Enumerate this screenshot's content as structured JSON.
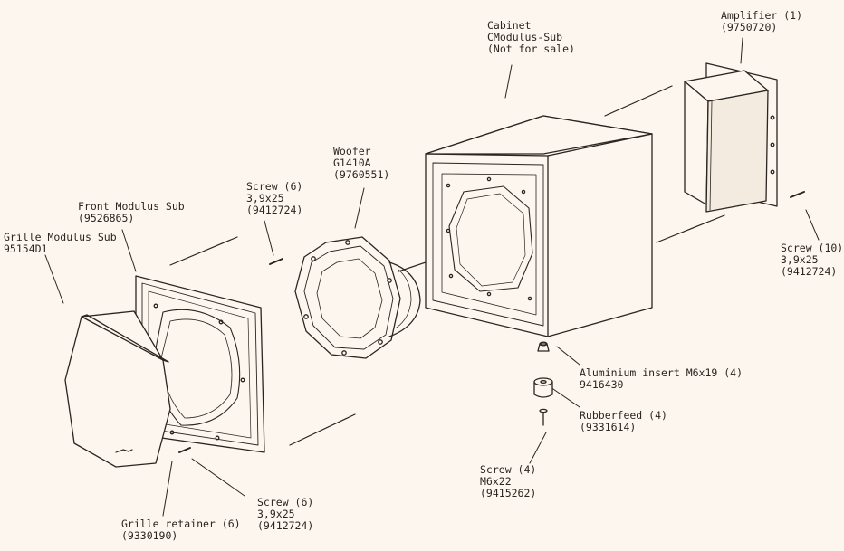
{
  "labels": {
    "cabinet": {
      "l1": "Cabinet",
      "l2": "CModulus-Sub",
      "l3": "(Not for sale)"
    },
    "amplifier": {
      "l1": "Amplifier (1)",
      "l2": "(9750720)"
    },
    "woofer": {
      "l1": "Woofer",
      "l2": "G1410A",
      "l3": "(9760551)"
    },
    "screw_top": {
      "l1": "Screw (6)",
      "l2": "3,9x25",
      "l3": "(9412724)"
    },
    "front": {
      "l1": "Front Modulus Sub",
      "l2": "(9526865)"
    },
    "grille": {
      "l1": "Grille Modulus Sub",
      "l2": "95154D1"
    },
    "screw_right": {
      "l1": "Screw (10)",
      "l2": "3,9x25",
      "l3": "(9412724)"
    },
    "insert": {
      "l1": "Aluminium insert M6x19 (4)",
      "l2": "9416430"
    },
    "rubberfeed": {
      "l1": "Rubberfeed (4)",
      "l2": "(9331614)"
    },
    "screw_bottom": {
      "l1": "Screw (4)",
      "l2": "M6x22",
      "l3": "(9415262)"
    },
    "screw_front": {
      "l1": "Screw (6)",
      "l2": "3,9x25",
      "l3": "(9412724)"
    },
    "retainer": {
      "l1": "Grille retainer (6)",
      "l2": "(9330190)"
    }
  },
  "colors": {
    "paper": "#fcf6ee",
    "ink": "#2a2520"
  }
}
